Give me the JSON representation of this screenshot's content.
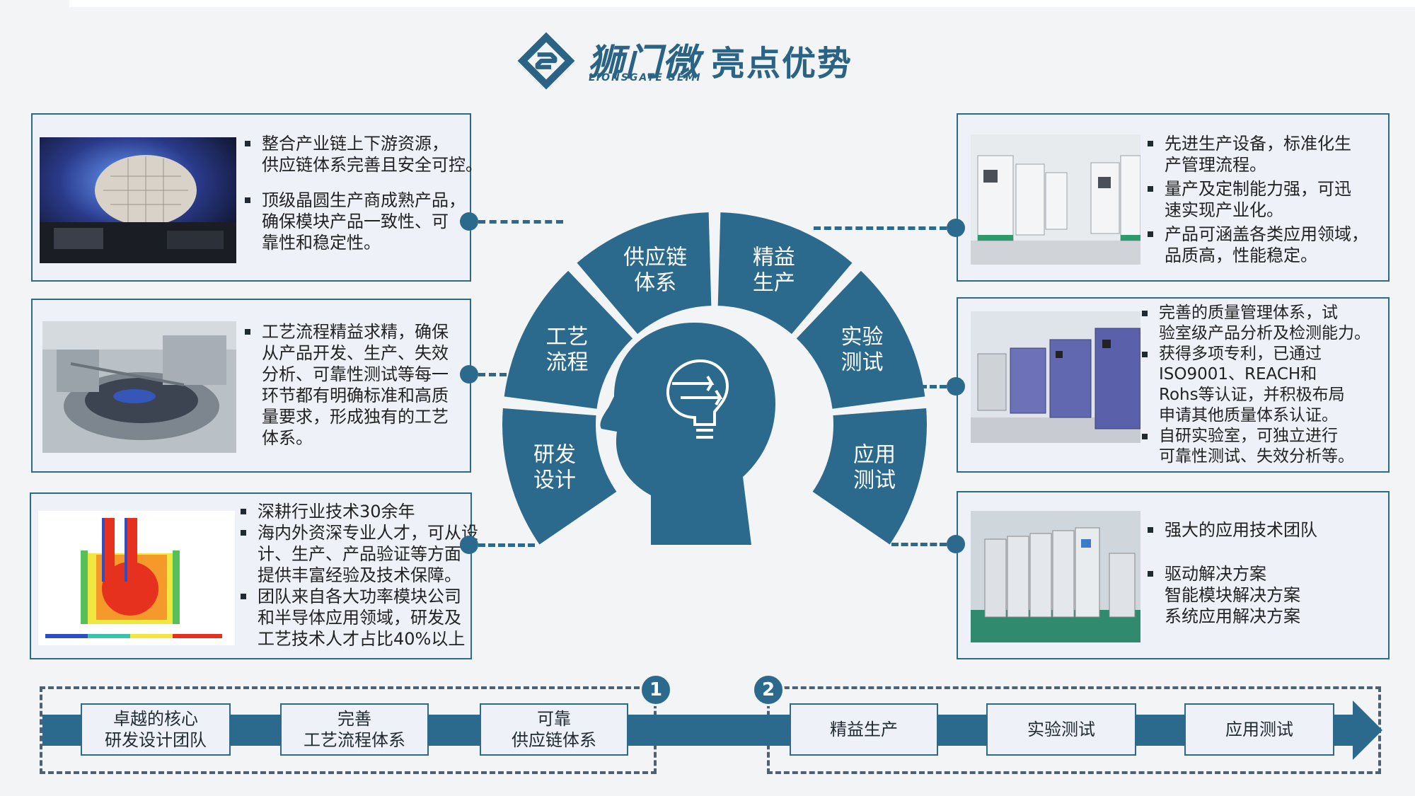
{
  "header": {
    "brand_cn": "狮门微",
    "brand_en": "LIONSGATE SEMI",
    "title": "亮点优势"
  },
  "colors": {
    "primary": "#2b6a8c",
    "card_bg": "#eef2f8",
    "page_bg": "#f2f4f6"
  },
  "wheel": {
    "segments": [
      {
        "label_lines": [
          "研发",
          "设计"
        ]
      },
      {
        "label_lines": [
          "工艺",
          "流程"
        ]
      },
      {
        "label_lines": [
          "供应链",
          "体系"
        ]
      },
      {
        "label_lines": [
          "精益",
          "生产"
        ]
      },
      {
        "label_lines": [
          "实验",
          "测试"
        ]
      },
      {
        "label_lines": [
          "应用",
          "测试"
        ]
      }
    ],
    "center_icon": "head-lightbulb-icon"
  },
  "cards": {
    "supply": {
      "photo": "wafer-photo",
      "bullets": [
        [
          "整合产业链上下游资源，",
          "供应链体系完善且安全可控。"
        ],
        [
          "顶级晶圆生产商成熟产品，",
          "确保模块产品一致性、可",
          "靠性和稳定性。"
        ]
      ]
    },
    "process": {
      "photo": "process-equipment-photo",
      "bullets": [
        [
          "工艺流程精益求精，确保",
          "从产品开发、生产、失效",
          "分析、可靠性测试等每一",
          "环节都有明确标准和高质",
          "量要求，形成独有的工艺",
          "体系。"
        ]
      ]
    },
    "rnd": {
      "photo": "thermal-simulation-image",
      "bullets": [
        [
          "深耕行业技术30余年"
        ],
        [
          "海内外资深专业人才，可从设",
          "计、生产、产品验证等方面",
          "提供丰富经验及技术保障。"
        ],
        [
          "团队来自各大功率模块公司",
          "和半导体应用领域，研发及",
          "工艺技术人才占比40%以上"
        ]
      ]
    },
    "lean": {
      "photo": "production-line-photo",
      "bullets": [
        [
          "先进生产设备，标准化生",
          "产管理流程。"
        ],
        [
          "量产及定制能力强，可迅",
          "速实现产业化。"
        ],
        [
          "产品可涵盖各类应用领域，",
          "品质高，性能稳定。"
        ]
      ]
    },
    "lab": {
      "photo": "test-chambers-photo",
      "bullets": [
        [
          "完善的质量管理体系，试",
          "验室级产品分析及检测能力。"
        ],
        [
          "获得多项专利，已通过",
          "ISO9001、REACH和",
          "Rohs等认证，并积极布局",
          "申请其他质量体系认证。"
        ],
        [
          "自研实验室，可独立进行",
          "可靠性测试、失效分析等。"
        ]
      ]
    },
    "app": {
      "photo": "power-cabinets-photo",
      "bullets": [
        [
          "强大的应用技术团队"
        ],
        [
          "驱动解决方案",
          "智能模块解决方案",
          "系统应用解决方案"
        ]
      ]
    }
  },
  "flow": {
    "group1_number": "1",
    "group2_number": "2",
    "group1": [
      [
        "卓越的核心",
        "研发设计团队"
      ],
      [
        "完善",
        "工艺流程体系"
      ],
      [
        "可靠",
        "供应链体系"
      ]
    ],
    "group2": [
      [
        "精益生产"
      ],
      [
        "实验测试"
      ],
      [
        "应用测试"
      ]
    ]
  }
}
